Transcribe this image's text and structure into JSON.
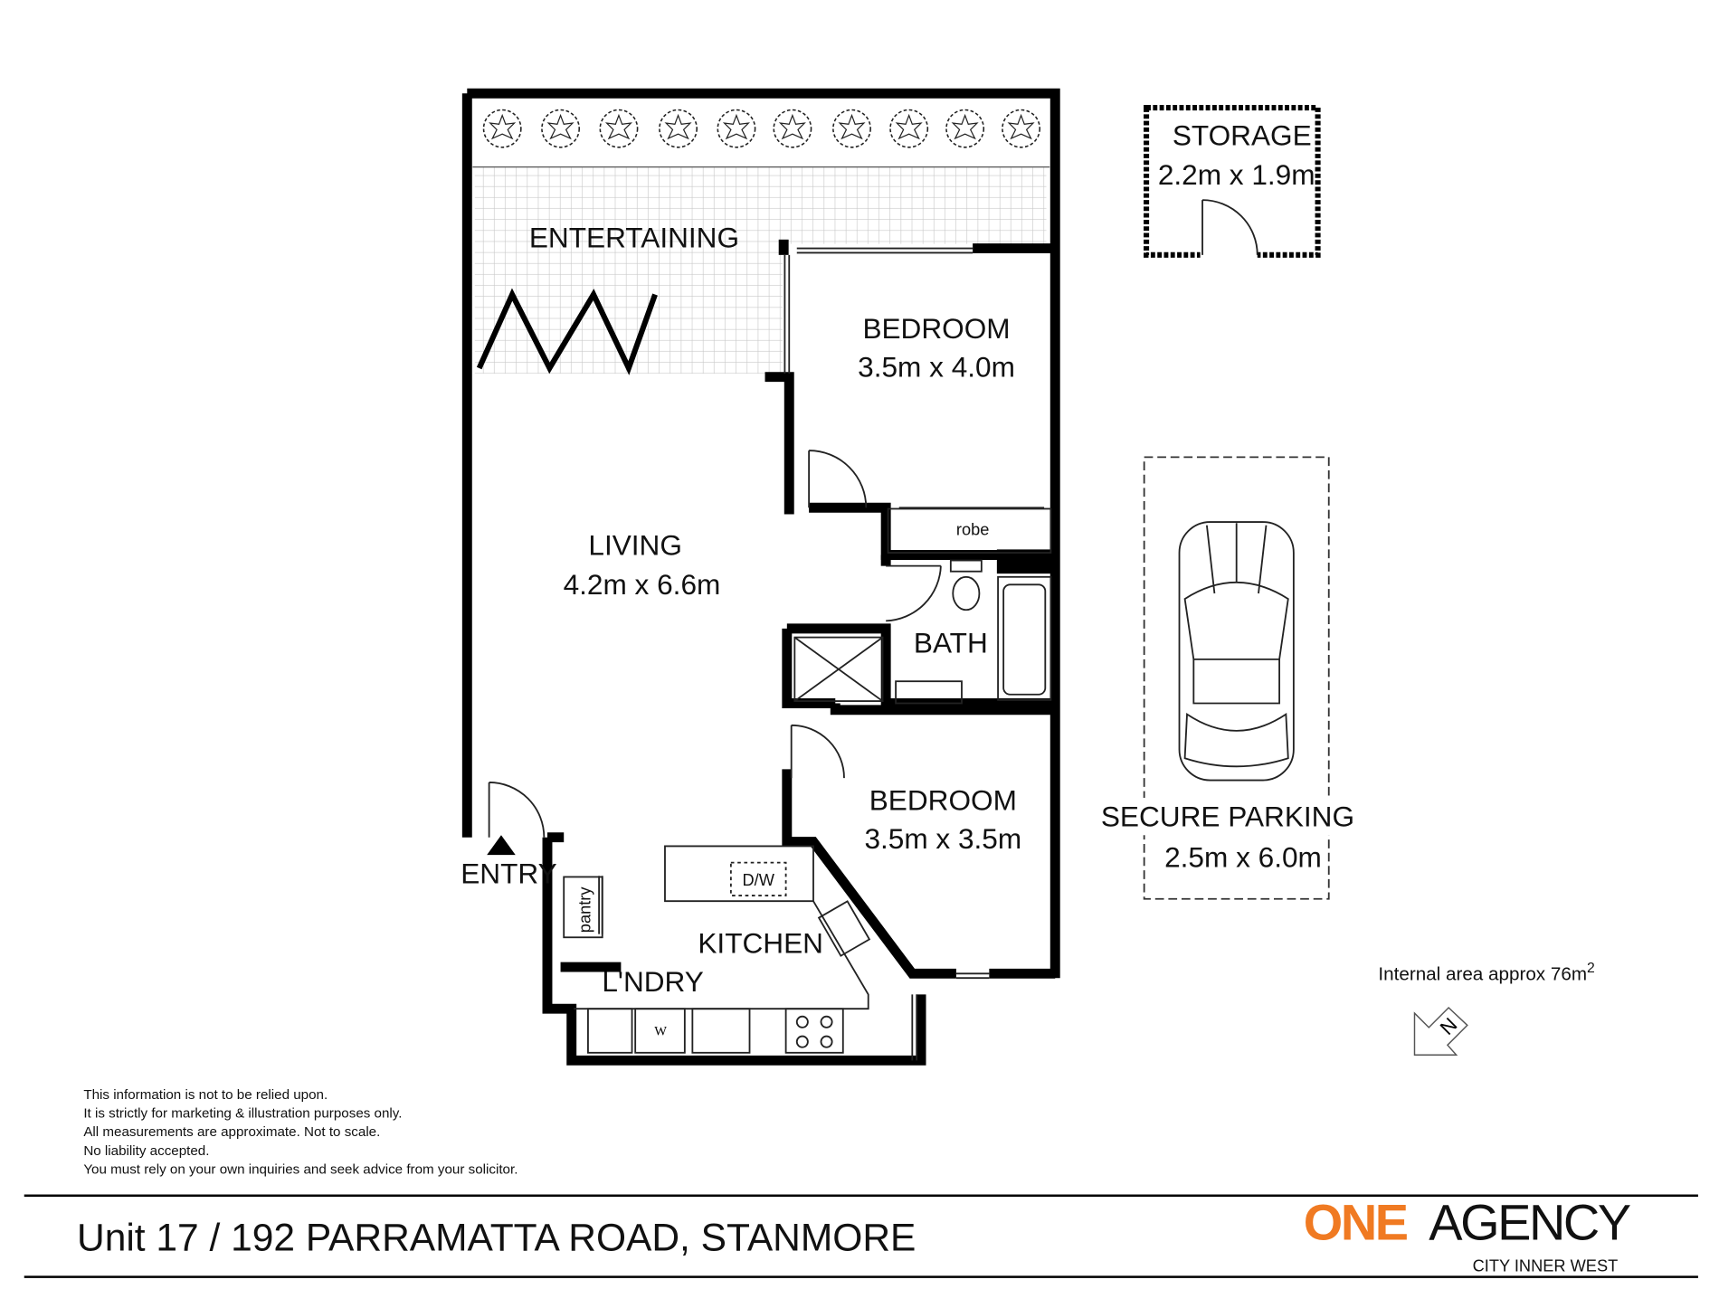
{
  "rooms": {
    "entertaining": {
      "name": "ENTERTAINING"
    },
    "bedroom1": {
      "name": "BEDROOM",
      "size": "3.5m x 4.0m"
    },
    "robe": {
      "name": "robe"
    },
    "living": {
      "name": "LIVING",
      "size": "4.2m x 6.6m"
    },
    "bath": {
      "name": "BATH"
    },
    "bedroom2": {
      "name": "BEDROOM",
      "size": "3.5m x 3.5m"
    },
    "kitchen": {
      "name": "KITCHEN"
    },
    "laundry": {
      "name": "L'NDRY"
    },
    "pantry": {
      "name": "pantry"
    },
    "entry": {
      "name": "ENTRY"
    },
    "dw": {
      "name": "D/W"
    },
    "washer": {
      "name": "W"
    },
    "storage": {
      "name": "STORAGE",
      "size": "2.2m x 1.9m"
    },
    "parking": {
      "name": "SECURE PARKING",
      "size": "2.5m x 6.0m"
    }
  },
  "internal_area": {
    "text": "Internal area approx 76m",
    "sup": "2"
  },
  "compass": {
    "label": "N"
  },
  "disclaimer": [
    "This information is not to be relied upon.",
    "It is strictly for marketing & illustration purposes only.",
    "All measurements are approximate. Not to scale.",
    "No liability accepted.",
    "You must rely on your own inquiries and seek advice from your solicitor."
  ],
  "address": "Unit 17 / 192 PARRAMATTA ROAD, STANMORE",
  "logo": {
    "one": "ONE",
    "agency": "AGENCY",
    "sub": "CITY INNER WEST",
    "color": "#f07a22"
  }
}
